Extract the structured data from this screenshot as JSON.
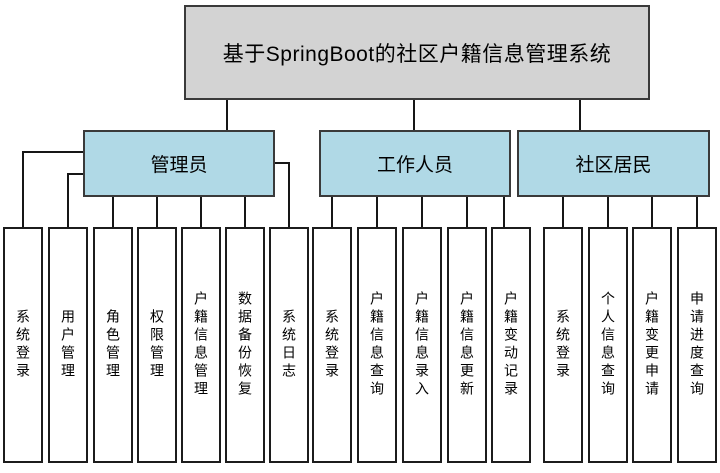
{
  "title": "基于SpringBoot的社区户籍信息管理系统",
  "colors": {
    "title_bg": "#d3d3d3",
    "role_bg": "#b0d9e6",
    "box_border": "#3a3a3a",
    "leaf_border": "#1c1c1c",
    "line_color": "#161616"
  },
  "roles": [
    {
      "label": "管理员",
      "children": [
        "系统登录",
        "用户管理",
        "角色管理",
        "权限管理",
        "户籍信息管理",
        "数据备份恢复",
        "系统日志"
      ]
    },
    {
      "label": "工作人员",
      "children": [
        "系统登录",
        "户籍信息查询",
        "户籍信息录入",
        "户籍信息更新",
        "户籍变动记录"
      ]
    },
    {
      "label": "社区居民",
      "children": [
        "系统登录",
        "个人信息查询",
        "户籍变更申请",
        "申请进度查询"
      ]
    }
  ]
}
